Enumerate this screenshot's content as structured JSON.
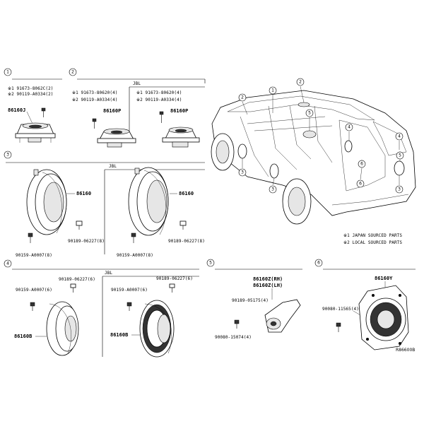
{
  "section_labels": [
    "1",
    "2",
    "3",
    "4",
    "5",
    "6"
  ],
  "section_sublabels": {
    "s2_jbl": "JBL",
    "s3_jbl": "JBL",
    "s4_jbl": "JBL"
  },
  "section1": {
    "note_line1": "※1 91673-8062C(2)",
    "note_line2": "※2 90119-A0334(2)",
    "part": "86160J"
  },
  "section2": {
    "left_note_line1": "※1 91673-80620(4)",
    "left_note_line2": "※2 90119-A0334(4)",
    "right_note_line1": "※1 91673-80620(4)",
    "right_note_line2": "※2 90119-A0334(4)",
    "left_part": "86160P",
    "right_part": "86160P"
  },
  "section3": {
    "left_part": "86160",
    "right_part": "86160",
    "left_screw_clip": "90189-06227(8)",
    "right_screw_clip": "90189-06227(8)",
    "left_bolt": "90159-A0007(8)",
    "right_bolt": "90159-A0007(8)"
  },
  "section4": {
    "left_clip": "90189-06227(6)",
    "right_clip": "90189-06227(6)",
    "left_bolt": "90159-A0007(6)",
    "right_bolt": "90159-A0007(6)",
    "left_part": "86160B",
    "right_part": "86160B"
  },
  "section5": {
    "part_rh": "86160Z(RH)",
    "part_lh": "86160Z(LH)",
    "clip": "90189-05175(4)",
    "screw": "90080-15074(4)"
  },
  "section6": {
    "part": "86160Y",
    "screw": "90080-11565(4)"
  },
  "vehicle_callouts": [
    "2",
    "1",
    "2",
    "5",
    "4",
    "3",
    "3",
    "6",
    "4",
    "6",
    "5",
    "3"
  ],
  "legend": {
    "line1": "※1 JAPAN SOURCED PARTS",
    "line2": "※2 LOCAL SOURCED PARTS"
  },
  "figure_code": "R86600B"
}
